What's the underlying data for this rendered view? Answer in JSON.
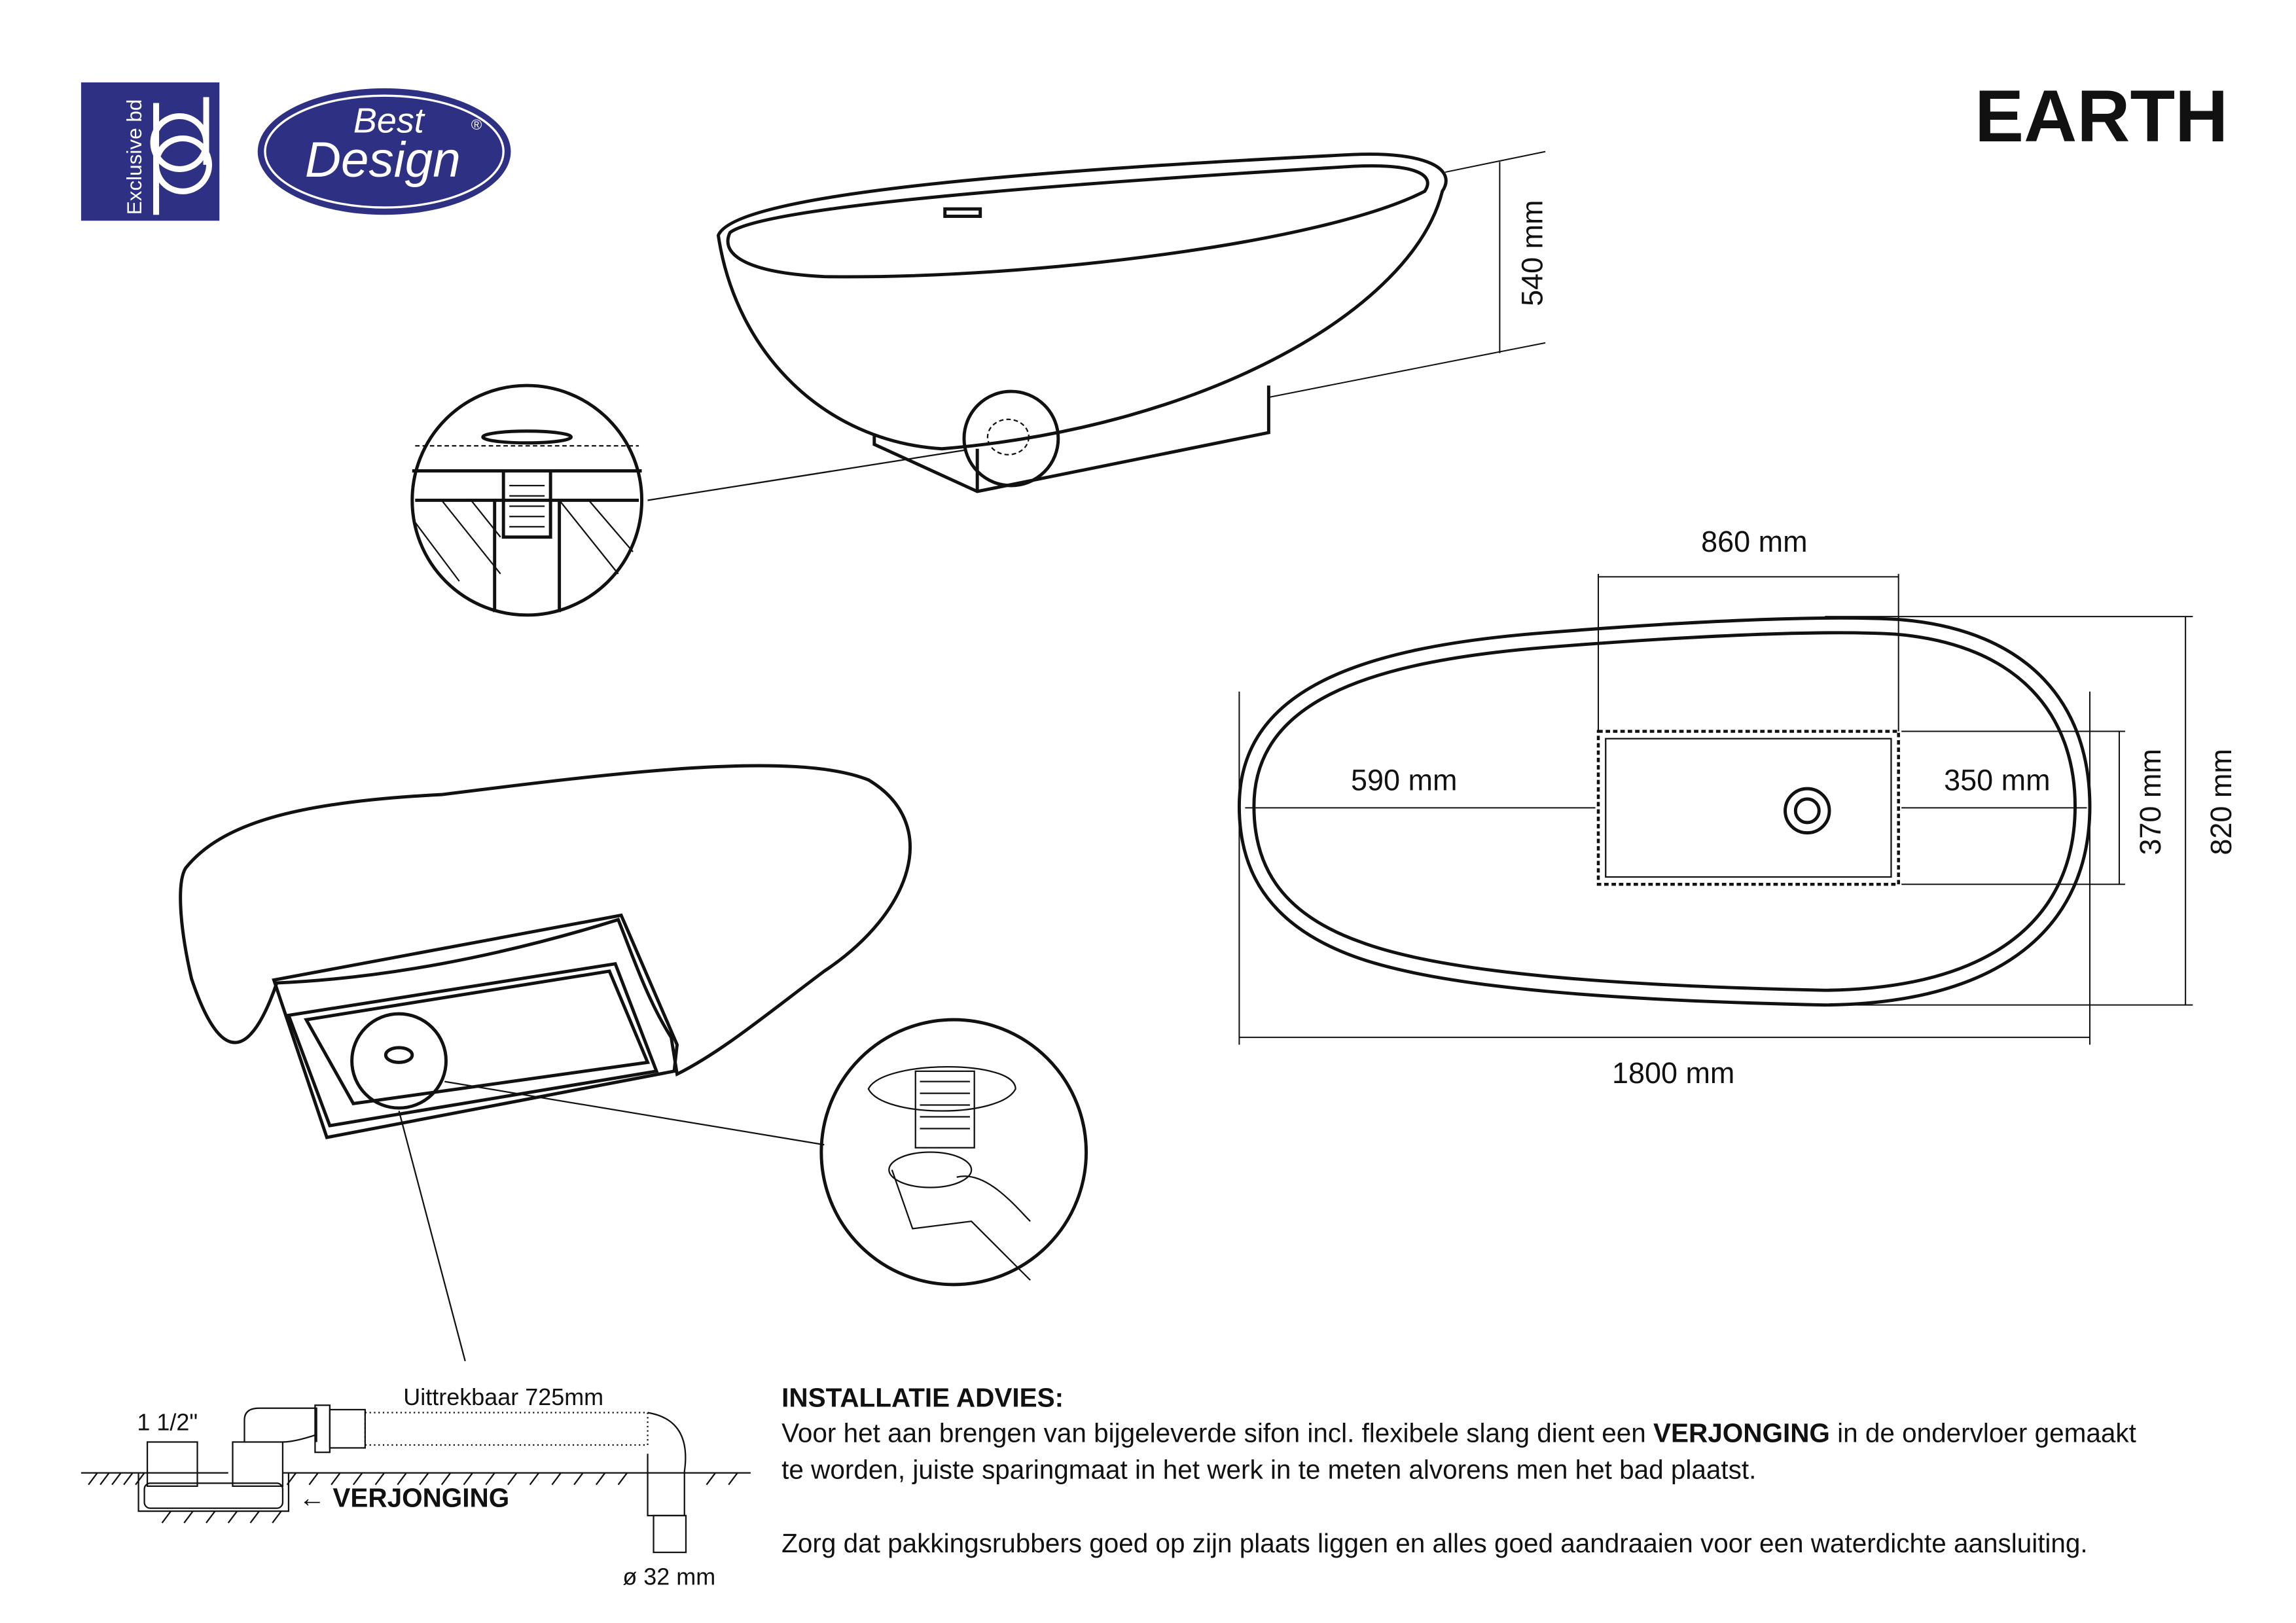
{
  "brand": {
    "color": "#2e3083",
    "logo1_text": "Exclusive bd",
    "logo2_line1": "Best",
    "logo2_line2": "Design",
    "registered": "®"
  },
  "title": "EARTH",
  "dimensions": {
    "height": "540 mm",
    "length": "1800 mm",
    "width": "820 mm",
    "cutout_width": "860 mm",
    "cutout_depth": "370 mm",
    "left_offset": "590 mm",
    "right_offset": "350 mm"
  },
  "siphon": {
    "pipe_size": "1 1/2\"",
    "extendable": "Uittrekbaar 725mm",
    "reducer": "VERJONGING",
    "diameter": "ø 32 mm"
  },
  "advice": {
    "heading": "INSTALLATIE ADVIES:",
    "p1_a": "Voor het aan brengen van bijgeleverde sifon incl. flexibele slang dient een ",
    "p1_bold": "VERJONGING",
    "p1_b": " in de ondervloer gemaakt",
    "p1_line2": "te worden, juiste sparingmaat in het werk in te meten alvorens men het bad plaatst.",
    "p2": "Zorg dat pakkingsrubbers goed op zijn plaats liggen en alles goed aandraaien voor een waterdichte aansluiting."
  }
}
